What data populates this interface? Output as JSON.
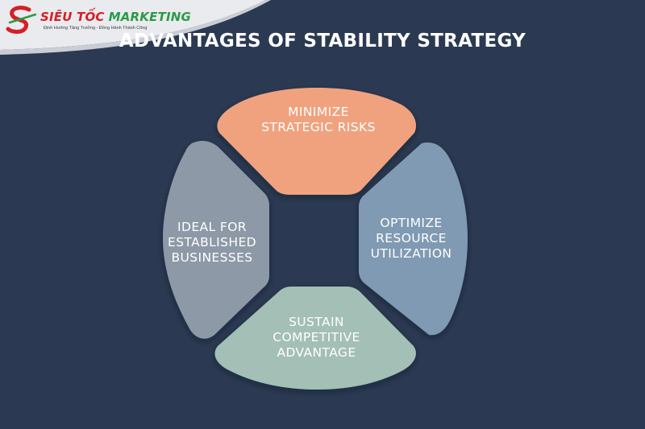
{
  "logo": {
    "brand_main": "SIÊU TỐC",
    "brand_accent": "MARKETING",
    "tagline": "Định Hướng Tăng Trưởng - Đồng Hành Thành Công"
  },
  "title": "ADVANTAGES OF STABILITY STRATEGY",
  "segments": {
    "top": {
      "line1": "MINIMIZE",
      "line2": "STRATEGIC RISKS",
      "color": "#f0a27e"
    },
    "right": {
      "line1": "OPTIMIZE",
      "line2": "RESOURCE",
      "line3": "UTILIZATION",
      "color": "#7f9ab2"
    },
    "bottom": {
      "line1": "SUSTAIN",
      "line2": "COMPETITIVE",
      "line3": "ADVANTAGE",
      "color": "#a3bfb6"
    },
    "left": {
      "line1": "IDEAL FOR",
      "line2": "ESTABLISHED",
      "line3": "BUSINESSES",
      "color": "#8d99a6"
    }
  },
  "colors": {
    "background": "#2b3a52",
    "logo_red": "#d42027",
    "logo_green": "#2a9a47"
  }
}
